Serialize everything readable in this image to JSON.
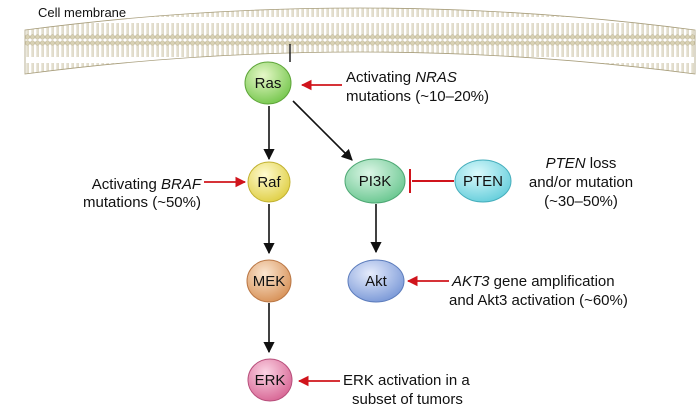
{
  "membrane": {
    "label": "Cell membrane"
  },
  "nodes": {
    "ras": {
      "label": "Ras",
      "color_light": "#e6f8c8",
      "color_dark": "#78c850"
    },
    "raf": {
      "label": "Raf",
      "color_light": "#fffbd0",
      "color_dark": "#e0d048"
    },
    "mek": {
      "label": "MEK",
      "color_light": "#fbe6d0",
      "color_dark": "#d8935a"
    },
    "erk": {
      "label": "ERK",
      "color_light": "#fbd4e4",
      "color_dark": "#d86896"
    },
    "pi3k": {
      "label": "PI3K",
      "color_light": "#dcf6e6",
      "color_dark": "#6cc892"
    },
    "pten": {
      "label": "PTEN",
      "color_light": "#dcfafc",
      "color_dark": "#68cfdc"
    },
    "akt": {
      "label": "Akt",
      "color_light": "#e6ecfc",
      "color_dark": "#7c9ad8"
    }
  },
  "annotations": {
    "nras": {
      "line1_prefix": "Activating ",
      "line1_gene": "NRAS",
      "line2": "mutations (~10–20%)"
    },
    "braf": {
      "line1_prefix": "Activating ",
      "line1_gene": "BRAF",
      "line2": "mutations (~50%)"
    },
    "pten": {
      "line1_gene": "PTEN",
      "line1_suffix": " loss",
      "line2": "and/or mutation",
      "line3": "(~30–50%)"
    },
    "akt3": {
      "line1_gene": "AKT3",
      "line1_suffix": " gene amplification",
      "line2": "and Akt3 activation (~60%)"
    },
    "erk": {
      "line1": "ERK activation in a",
      "line2": "subset of tumors"
    }
  },
  "colors": {
    "annotation_arrow": "#d0141c",
    "pathway_arrow": "#111111"
  }
}
